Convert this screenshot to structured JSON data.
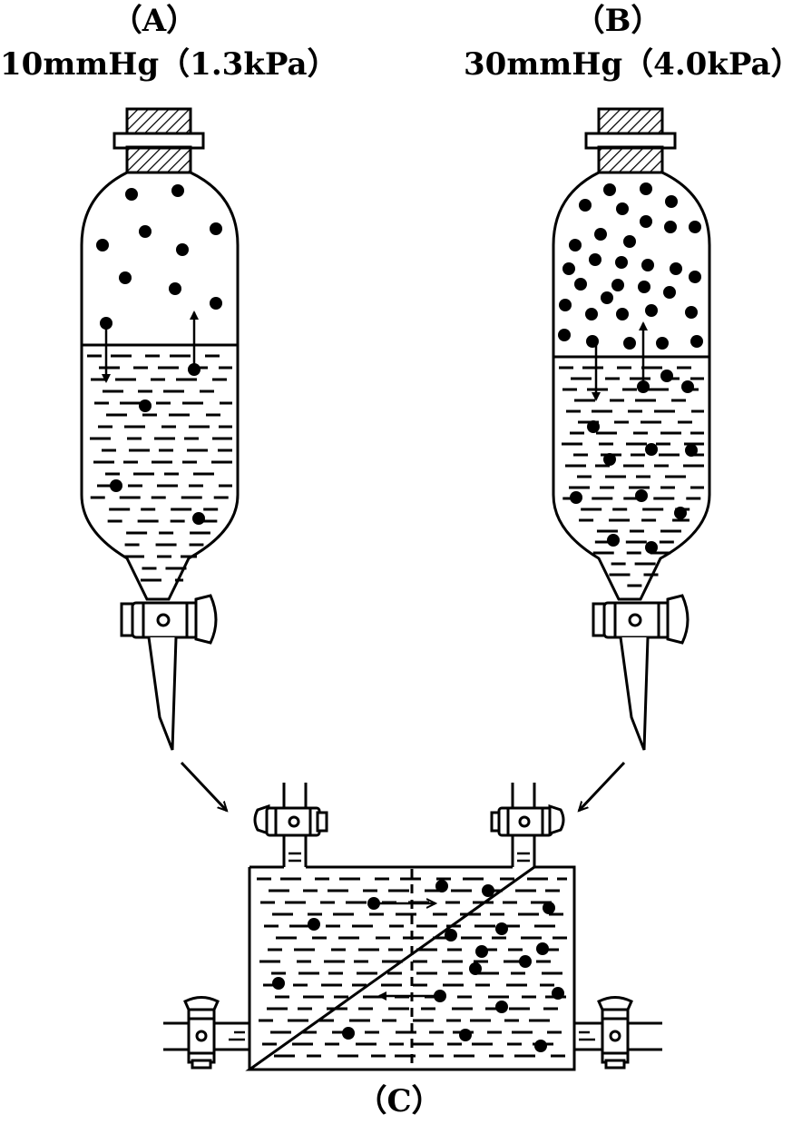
{
  "figure": {
    "flask_a": {
      "label": "（A）",
      "pressure": "10mmHg（1.3kPa）"
    },
    "flask_b": {
      "label": "（B）",
      "pressure": "30mmHg（4.0kPa）"
    },
    "chamber_c": {
      "label": "（C）"
    }
  },
  "colors": {
    "ink": "#000000",
    "paper": "#ffffff"
  }
}
